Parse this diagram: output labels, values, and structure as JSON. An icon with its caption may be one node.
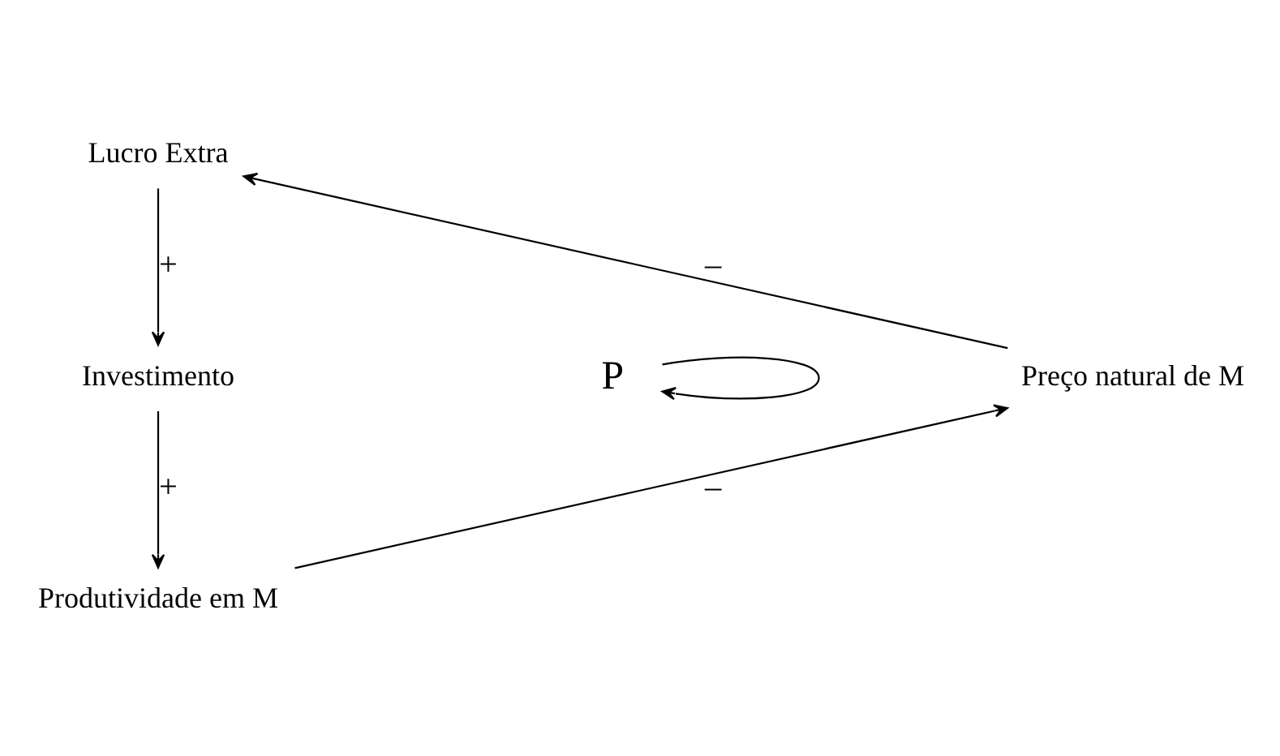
{
  "diagram": {
    "nodes": [
      {
        "text": [
          "Lucro Extra"
        ]
      },
      {
        "text": [
          "Investimento"
        ]
      },
      {
        "text": [
          "P"
        ]
      },
      {
        "text": [
          "Preço natural de M"
        ]
      },
      {
        "text": [
          "Produtividade em M"
        ]
      }
    ],
    "edges": [
      {
        "from": 0,
        "to": 1,
        "arrow": "to",
        "label": "+"
      },
      {
        "from": 1,
        "to": 4,
        "arrow": "to",
        "label": "+"
      },
      {
        "from": 4,
        "to": 3,
        "arrow": "to",
        "label": "–"
      },
      {
        "from": 3,
        "to": 0,
        "arrow": "to",
        "label": "–"
      },
      {
        "from": 2,
        "to": 2,
        "arrow": "to"
      }
    ]
  }
}
